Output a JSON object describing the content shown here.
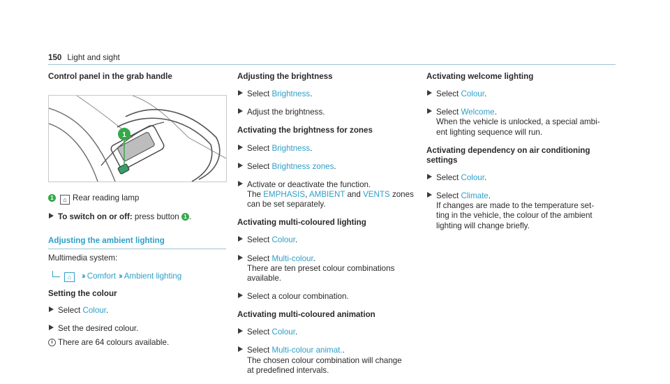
{
  "header": {
    "page_number": "150",
    "title": "Light and sight"
  },
  "col1": {
    "heading": "Control panel in the grab handle",
    "callout": "1",
    "legend_label": "Rear reading lamp",
    "switch_step": {
      "bold": "To switch on or off:",
      "text": "press button",
      "badge": "1",
      "end": "."
    },
    "section_title": "Adjusting the ambient lighting",
    "system_label": "Multimedia system:",
    "path": {
      "item1": "Comfort",
      "item2": "Ambient lighting"
    },
    "colour_heading": "Setting the colour",
    "steps": [
      {
        "pre": "Select ",
        "link": "Colour",
        "post": "."
      },
      {
        "text": "Set the desired colour."
      }
    ],
    "note": "There are 64 colours available."
  },
  "col2": {
    "h_brightness": "Adjusting the brightness",
    "s1": {
      "pre": "Select ",
      "link": "Brightness",
      "post": "."
    },
    "s2": "Adjust the brightness.",
    "h_zones": "Activating the brightness for zones",
    "s3": {
      "pre": "Select ",
      "link": "Brightness",
      "post": "."
    },
    "s4": {
      "pre": "Select ",
      "link": "Brightness zones",
      "post": "."
    },
    "s5": {
      "line1": "Activate or deactivate the function.",
      "the": "The ",
      "z1": "EMPHASIS",
      "sep": ", ",
      "z2": "AMBIENT",
      "and": " and ",
      "z3": "VENTS",
      "zones": " zones",
      "line3": "can be set separately."
    },
    "h_multi": "Activating multi-coloured lighting",
    "s6": {
      "pre": "Select ",
      "link": "Colour",
      "post": "."
    },
    "s7": {
      "pre": "Select ",
      "link": "Multi-colour",
      "post": ".",
      "line2": "There are ten preset colour combinations",
      "line3": "available."
    },
    "s8": "Select a colour combination.",
    "h_anim": "Activating multi-coloured animation",
    "s9": {
      "pre": "Select ",
      "link": "Colour",
      "post": "."
    },
    "s10": {
      "pre": "Select ",
      "link": "Multi-colour animat.",
      "post": ".",
      "line2": "The chosen colour combination will change",
      "line3": "at predefined intervals."
    }
  },
  "col3": {
    "h_welcome": "Activating welcome lighting",
    "s1": {
      "pre": "Select ",
      "link": "Colour",
      "post": "."
    },
    "s2": {
      "pre": "Select ",
      "link": "Welcome",
      "post": ".",
      "line2": "When the vehicle is unlocked, a special ambi-",
      "line3": "ent lighting sequence will run."
    },
    "h_ac_line1": "Activating dependency on air conditioning",
    "h_ac_line2": "settings",
    "s3": {
      "pre": "Select ",
      "link": "Colour",
      "post": "."
    },
    "s4": {
      "pre": "Select ",
      "link": "Climate",
      "post": ".",
      "line2": "If changes are made to the temperature set-",
      "line3": "ting in the vehicle, the colour of the ambient",
      "line4": "lighting will change briefly."
    }
  },
  "colors": {
    "link": "#2e9fc7",
    "rule": "#9fc3d1",
    "badge": "#37a84a"
  }
}
